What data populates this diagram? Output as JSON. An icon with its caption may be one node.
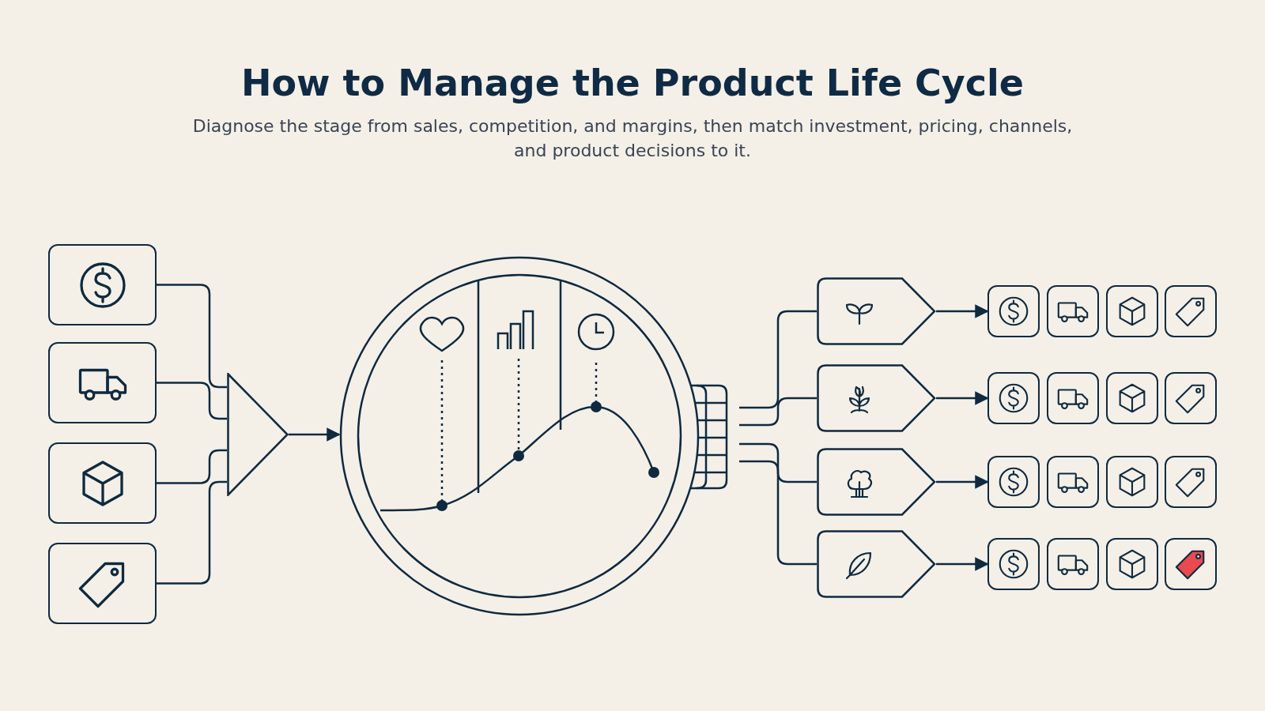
{
  "diagram": {
    "title": "How to Manage the Product Life Cycle",
    "nodes": [
      {
        "text": [],
        "shape": "box"
      },
      {
        "text": [],
        "shape": "box"
      },
      {
        "text": [],
        "shape": "box"
      },
      {
        "text": [],
        "shape": "box"
      },
      {
        "text": [],
        "shape": "triangle"
      },
      {
        "text": [],
        "shape": "picture"
      },
      {
        "text": [],
        "shape": "pentagon"
      },
      {
        "text": [],
        "shape": "pentagon"
      },
      {
        "text": [],
        "shape": "pentagon"
      },
      {
        "text": [],
        "shape": "pentagon"
      },
      {
        "text": [],
        "shape": "box"
      },
      {
        "text": [],
        "shape": "box"
      },
      {
        "text": [],
        "shape": "box"
      },
      {
        "text": [],
        "shape": "box"
      },
      {
        "text": [],
        "shape": "box"
      },
      {
        "text": [],
        "shape": "box"
      },
      {
        "text": [],
        "shape": "box"
      },
      {
        "text": [],
        "shape": "box"
      },
      {
        "text": [],
        "shape": "box"
      },
      {
        "text": [],
        "shape": "box"
      },
      {
        "text": [],
        "shape": "box"
      },
      {
        "text": [],
        "shape": "box"
      },
      {
        "text": [],
        "shape": "box"
      },
      {
        "text": [],
        "shape": "box"
      },
      {
        "text": [],
        "shape": "box"
      },
      {
        "text": [],
        "shape": "box"
      }
    ],
    "edges": [
      {
        "from": 0,
        "to": 4,
        "arrow": "none"
      },
      {
        "from": 1,
        "to": 4,
        "arrow": "none"
      },
      {
        "from": 2,
        "to": 4,
        "arrow": "none"
      },
      {
        "from": 3,
        "to": 4,
        "arrow": "none"
      },
      {
        "from": 4,
        "to": 5,
        "arrow": "to"
      },
      {
        "from": 5,
        "to": 6,
        "arrow": "none"
      },
      {
        "from": 5,
        "to": 7,
        "arrow": "none"
      },
      {
        "from": 5,
        "to": 8,
        "arrow": "none"
      },
      {
        "from": 5,
        "to": 9,
        "arrow": "none"
      },
      {
        "from": 6,
        "to": 10,
        "arrow": "to"
      },
      {
        "from": 7,
        "to": 14,
        "arrow": "to"
      },
      {
        "from": 8,
        "to": 18,
        "arrow": "to"
      },
      {
        "from": 9,
        "to": 22,
        "arrow": "to"
      }
    ],
    "labels": [
      "Diagnose the stage from sales, competition, and margins, then match investment, pricing, channels, and product decisions to it."
    ]
  }
}
